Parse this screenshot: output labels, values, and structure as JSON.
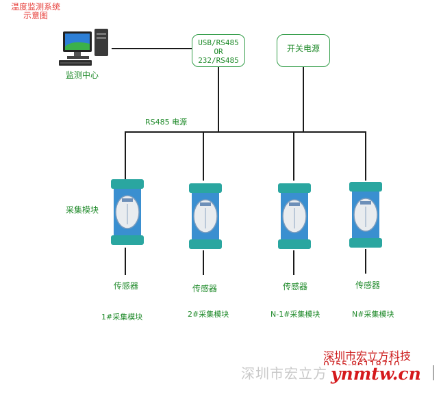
{
  "title_line1": "温度监测系统",
  "title_line2": "示意图",
  "monitor_label": "监测中心",
  "converter_lines": [
    "USB/RS485",
    "OR",
    "232/RS485"
  ],
  "power_box": "开关电源",
  "bus_label": "RS485  电源",
  "module_side_label": "采集模块",
  "modules": [
    {
      "sensor": "传感器",
      "label": "1#采集模块"
    },
    {
      "sensor": "传感器",
      "label": "2#采集模块"
    },
    {
      "sensor": "传感器",
      "label": "N-1#采集模块"
    },
    {
      "sensor": "传感器",
      "label": "N#采集模块"
    }
  ],
  "company": "深圳市宏立方科技",
  "company_phone": "0755-86118710",
  "watermark_cn": "深圳市宏立方",
  "watermark_url": "ynmtw.cn",
  "colors": {
    "green": "#1f8a2a",
    "red": "#cc1b1b",
    "module_blue": "#3a8fd0",
    "module_teal": "#2aa6a0"
  }
}
